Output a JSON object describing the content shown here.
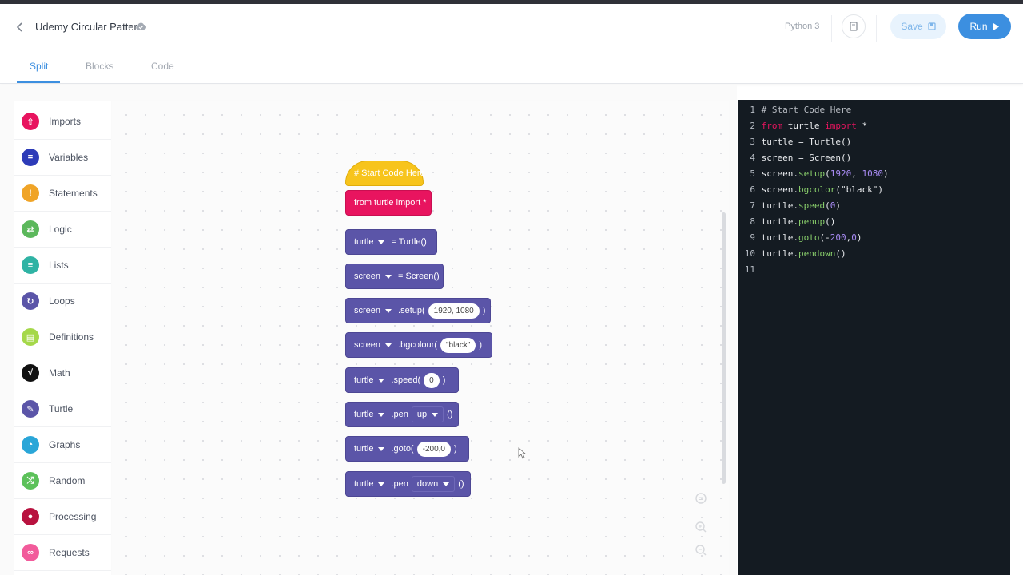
{
  "header": {
    "title": "Udemy Circular Pattern",
    "language": "Python 3",
    "save_label": "Save",
    "run_label": "Run"
  },
  "tabs": [
    {
      "label": "Split",
      "active": true
    },
    {
      "label": "Blocks",
      "active": false
    },
    {
      "label": "Code",
      "active": false
    }
  ],
  "sidebar": {
    "items": [
      {
        "label": "Imports",
        "color": "#e8145f",
        "icon": "upload-icon"
      },
      {
        "label": "Variables",
        "color": "#2d3bb8",
        "icon": "equals-icon"
      },
      {
        "label": "Statements",
        "color": "#f0a427",
        "icon": "exclamation-icon"
      },
      {
        "label": "Logic",
        "color": "#5cb85c",
        "icon": "swap-icon"
      },
      {
        "label": "Lists",
        "color": "#2fb3a4",
        "icon": "list-icon"
      },
      {
        "label": "Loops",
        "color": "#5b55a8",
        "icon": "loop-icon"
      },
      {
        "label": "Definitions",
        "color": "#a5d84a",
        "icon": "definition-icon"
      },
      {
        "label": "Math",
        "color": "#111111",
        "icon": "sqrt-icon"
      },
      {
        "label": "Turtle",
        "color": "#5b55a8",
        "icon": "pen-icon"
      },
      {
        "label": "Graphs",
        "color": "#2aa6d8",
        "icon": "pie-icon"
      },
      {
        "label": "Random",
        "color": "#5cc15a",
        "icon": "shuffle-icon"
      },
      {
        "label": "Processing",
        "color": "#b8123f",
        "icon": "processing-icon"
      },
      {
        "label": "Requests",
        "color": "#f25b9b",
        "icon": "link-icon"
      }
    ]
  },
  "blocks": {
    "start": "# Start Code Here",
    "import": "from turtle import *",
    "b1": {
      "var": "turtle",
      "text": "= Turtle()"
    },
    "b2": {
      "var": "screen",
      "text": "= Screen()"
    },
    "b3": {
      "var": "screen",
      "method": ".setup(",
      "arg": "1920, 1080",
      "close": ")"
    },
    "b4": {
      "var": "screen",
      "method": ".bgcolour(",
      "arg": "\"black\"",
      "close": ")"
    },
    "b5": {
      "var": "turtle",
      "method": ".speed(",
      "arg": "0",
      "close": ")"
    },
    "b6": {
      "var": "turtle",
      "method": ".pen",
      "sub": "up",
      "close": "()"
    },
    "b7": {
      "var": "turtle",
      "method": ".goto(",
      "arg": "-200,0",
      "close": ")"
    },
    "b8": {
      "var": "turtle",
      "method": ".pen",
      "sub": "down",
      "close": "()"
    }
  },
  "code": {
    "lines": [
      "# Start Code Here",
      "from turtle import *",
      "turtle = Turtle()",
      "screen = Screen()",
      "screen.setup(1920, 1080)",
      "screen.bgcolor(\"black\")",
      "turtle.speed(0)",
      "turtle.penup()",
      "turtle.goto(-200,0)",
      "turtle.pendown()",
      ""
    ]
  }
}
